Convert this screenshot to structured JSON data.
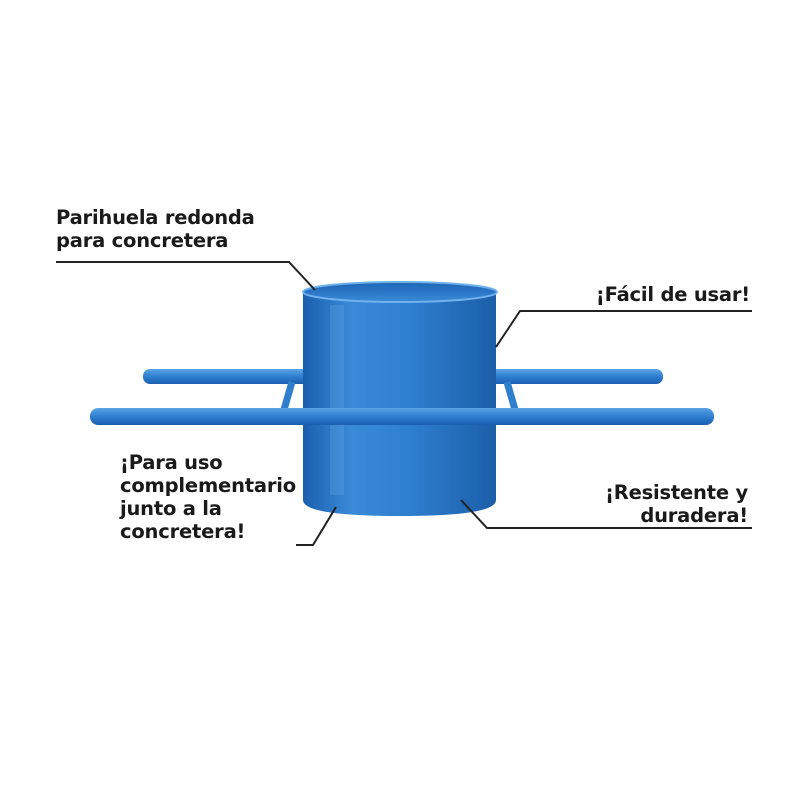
{
  "colors": {
    "product_blue": "#2f7fcf",
    "product_shadow": "#1a5fae",
    "product_highlight": "#5aa3e6",
    "leader_line": "#222222",
    "text": "#1a1a1a",
    "background": "#ffffff"
  },
  "callouts": [
    {
      "lines": [
        "Parihuela redonda",
        "para concretera"
      ]
    },
    {
      "lines": [
        "¡Fácil de usar!"
      ]
    },
    {
      "lines": [
        "¡Para uso",
        "complementario",
        "junto a la",
        "concretera!"
      ]
    },
    {
      "lines": [
        "¡Resistente y",
        "duradera!"
      ]
    }
  ]
}
